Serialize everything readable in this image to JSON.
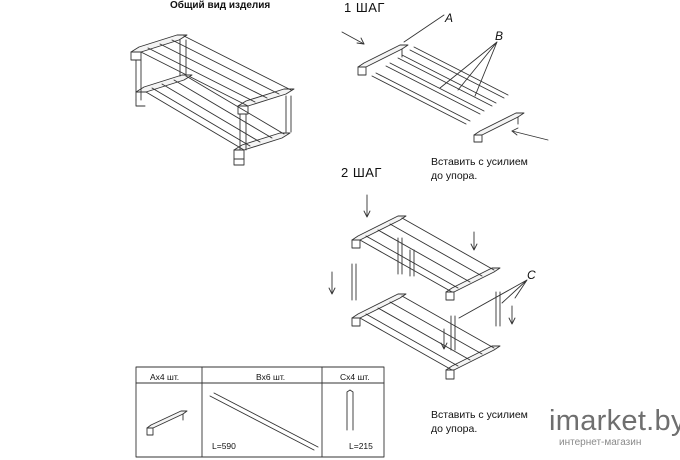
{
  "general_view": {
    "title": "Общий вид изделия"
  },
  "step1": {
    "title": "1 ШАГ",
    "letter_a": "A",
    "letter_b": "B",
    "note": [
      "Вставить с усилием",
      "до упора."
    ]
  },
  "step2": {
    "title": "2 ШАГ",
    "letter_c": "C",
    "note": [
      "Вставить с усилием",
      "до упора."
    ]
  },
  "parts_table": {
    "part_a": "Ax4 шт.",
    "part_b": "Bx6 шт.",
    "part_c": "Cx4 шт.",
    "length_b": "L=590",
    "length_c": "L=215"
  },
  "watermark": {
    "brand": "imarket.by",
    "subtitle": "интернет-магазин"
  }
}
